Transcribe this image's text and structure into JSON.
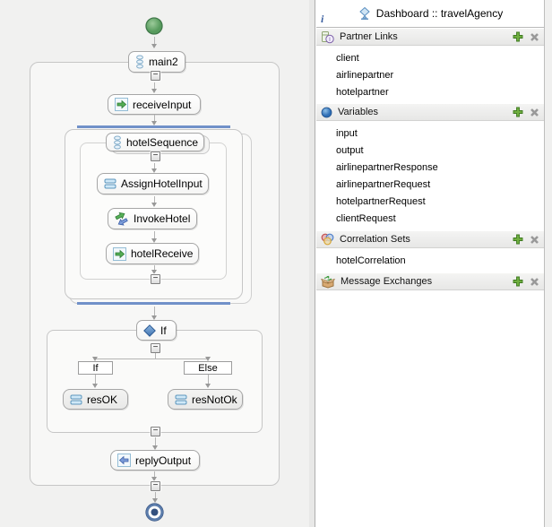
{
  "diagram": {
    "collapse_glyph": "−",
    "nodes": {
      "main2": "main2",
      "receiveInput": "receiveInput",
      "hotelSequence": "hotelSequence",
      "assignHotelInput": "AssignHotelInput",
      "invokeHotel": "InvokeHotel",
      "hotelReceive": "hotelReceive",
      "ifActivity": "If",
      "ifBranch": "If",
      "elseBranch": "Else",
      "resOk": "resOK",
      "resNotOk": "resNotOk",
      "replyOutput": "replyOutput"
    }
  },
  "panel": {
    "title": "Dashboard :: travelAgency",
    "info_marker": "i",
    "sections": [
      {
        "label": "Partner Links",
        "items": [
          "client",
          "airlinepartner",
          "hotelpartner"
        ]
      },
      {
        "label": "Variables",
        "items": [
          "input",
          "output",
          "airlinepartnerResponse",
          "airlinepartnerRequest",
          "hotelpartnerRequest",
          "clientRequest"
        ]
      },
      {
        "label": "Correlation Sets",
        "items": [
          "hotelCorrelation"
        ]
      },
      {
        "label": "Message Exchanges",
        "items": []
      }
    ]
  },
  "colors": {
    "selection_blue": "#7191c9",
    "start_green": "#64a368",
    "end_navy": "#33507e",
    "add_green": "#5fa338",
    "close_gray": "#9b9b9b"
  }
}
